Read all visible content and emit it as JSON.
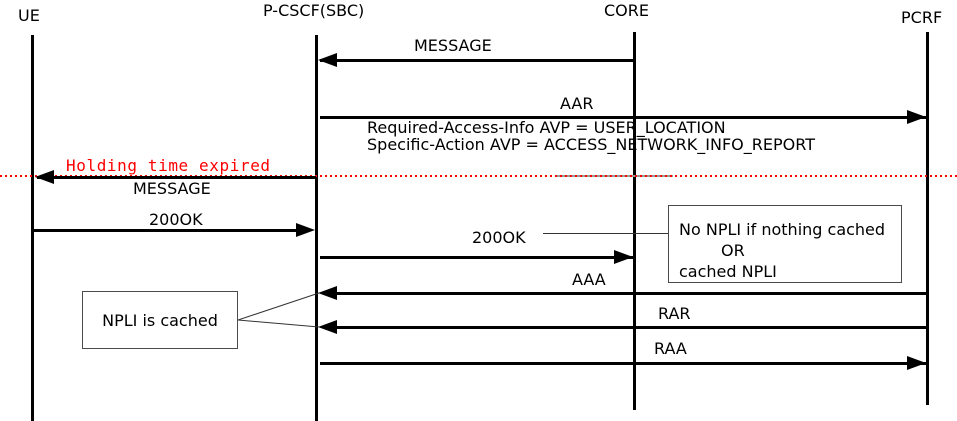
{
  "diagram": {
    "type": "sequence-diagram",
    "actors": [
      {
        "id": "ue",
        "label": "UE"
      },
      {
        "id": "pcscf",
        "label": "P-CSCF(SBC)"
      },
      {
        "id": "core",
        "label": "CORE"
      },
      {
        "id": "pcrf",
        "label": "PCRF"
      }
    ],
    "messages": [
      {
        "label": "MESSAGE",
        "from": "CORE",
        "to": "P-CSCF(SBC)"
      },
      {
        "label": "AAR",
        "from": "P-CSCF(SBC)",
        "to": "PCRF",
        "detail_lines": [
          "Required-Access-Info AVP = USER_LOCATION",
          "Specific-Action AVP = ACCESS_NETWORK_INFO_REPORT"
        ]
      },
      {
        "label": "MESSAGE",
        "from": "P-CSCF(SBC)",
        "to": "UE"
      },
      {
        "label": "200OK",
        "from": "UE",
        "to": "P-CSCF(SBC)"
      },
      {
        "label": "200OK",
        "from": "P-CSCF(SBC)",
        "to": "CORE"
      },
      {
        "label": "AAA",
        "from": "PCRF",
        "to": "P-CSCF(SBC)"
      },
      {
        "label": "RAR",
        "from": "PCRF",
        "to": "P-CSCF(SBC)"
      },
      {
        "label": "RAA",
        "from": "P-CSCF(SBC)",
        "to": "PCRF"
      }
    ],
    "timeout": {
      "label": "Holding time expired",
      "color": "#ff0000"
    },
    "notes": {
      "npli_options": {
        "lines": [
          "No NPLI if nothing cached",
          "OR",
          "cached NPLI"
        ],
        "attached_to": "200OK P-CSCF(SBC)->CORE"
      },
      "npli_cached": {
        "lines": [
          "NPLI is cached"
        ],
        "attached_to": "AAA, RAR arrowheads"
      }
    },
    "colors": {
      "line": "#000000",
      "timeout_red": "#ff0000",
      "note_border": "#4a4a4a"
    }
  }
}
